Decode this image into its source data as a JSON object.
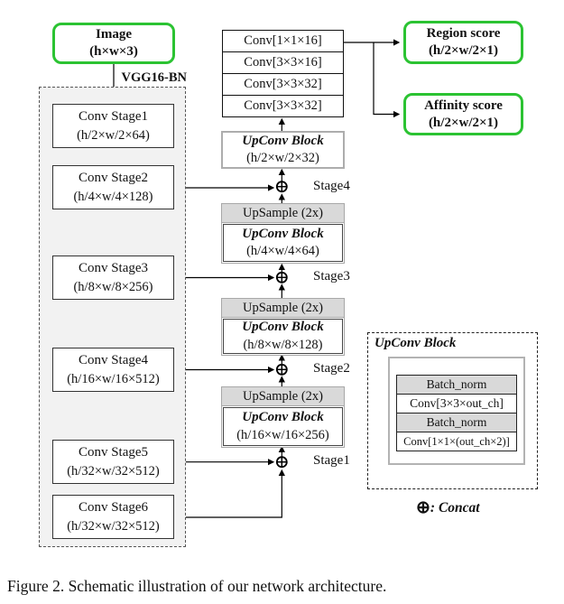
{
  "colors": {
    "accent_green": "#2bc332",
    "block_gray": "#d9d9d9",
    "backbone_bg": "#f2f2f2"
  },
  "input_box": {
    "title": "Image",
    "dims": "(h×w×3)"
  },
  "backbone": {
    "label": "VGG16-BN",
    "stages": [
      {
        "name": "Conv Stage1",
        "dims": "(h/2×w/2×64)"
      },
      {
        "name": "Conv Stage2",
        "dims": "(h/4×w/4×128)"
      },
      {
        "name": "Conv Stage3",
        "dims": "(h/8×w/8×256)"
      },
      {
        "name": "Conv Stage4",
        "dims": "(h/16×w/16×512)"
      },
      {
        "name": "Conv Stage5",
        "dims": "(h/32×w/32×512)"
      },
      {
        "name": "Conv Stage6",
        "dims": "(h/32×w/32×512)"
      }
    ]
  },
  "decoder": {
    "conv_stack": [
      "Conv[1×1×16]",
      "Conv[3×3×16]",
      "Conv[3×3×32]",
      "Conv[3×3×32]"
    ],
    "top_upconv": {
      "title": "UpConv Block",
      "dims": "(h/2×w/2×32)"
    },
    "upconv_blocks": [
      {
        "upsample": "UpSample (2x)",
        "title": "UpConv Block",
        "dims": "(h/4×w/4×64)"
      },
      {
        "upsample": "UpSample (2x)",
        "title": "UpConv Block",
        "dims": "(h/8×w/8×128)"
      },
      {
        "upsample": "UpSample (2x)",
        "title": "UpConv Block",
        "dims": "(h/16×w/16×256)"
      }
    ],
    "stage_labels": [
      "Stage4",
      "Stage3",
      "Stage2",
      "Stage1"
    ]
  },
  "outputs": [
    {
      "title": "Region score",
      "dims": "(h/2×w/2×1)"
    },
    {
      "title": "Affinity score",
      "dims": "(h/2×w/2×1)"
    }
  ],
  "upconv_detail": {
    "label": "UpConv Block",
    "rows": [
      "Batch_norm",
      "Conv[3×3×out_ch]",
      "Batch_norm",
      "Conv[1×1×(out_ch×2)]"
    ]
  },
  "legend": {
    "symbol": "⊕",
    "label": ": Concat"
  },
  "caption": "Figure 2. Schematic illustration of our network architecture."
}
